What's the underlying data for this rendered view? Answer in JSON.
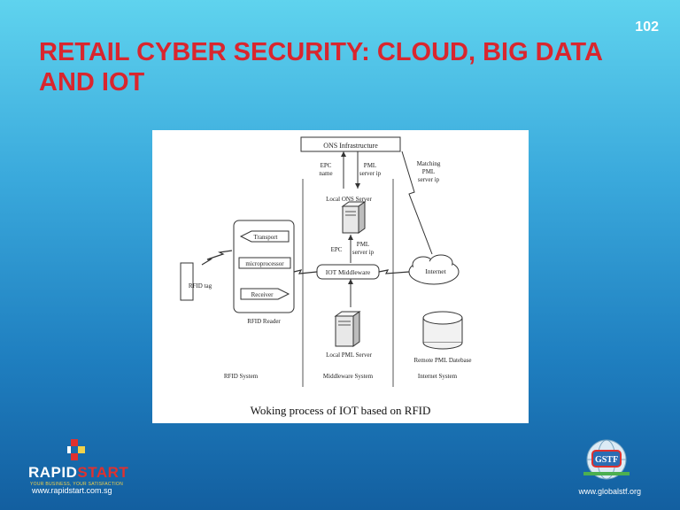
{
  "slide": {
    "number": "102",
    "title": "RETAIL CYBER SECURITY: CLOUD, BIG DATA AND IOT"
  },
  "figure": {
    "caption": "Woking process of IOT based on RFID",
    "boxes": {
      "ons_infra": "ONS Infrastructure",
      "transport": "Transport",
      "microprocessor": "microprocessor",
      "receiver": "Receiver",
      "iot_middleware": "IOT Middleware",
      "internet": "Internet"
    },
    "labels": {
      "epc_name_1": "EPC",
      "epc_name_2": "name",
      "pml_server_ip_1": "PML",
      "pml_server_ip_2": "server ip",
      "matching_1": "Matching",
      "matching_2": "PML",
      "matching_3": "server ip",
      "local_ons_server": "Local ONS Server",
      "epc": "EPC",
      "pml_1": "PML",
      "pml_2": "server ip",
      "rfid_tag": "RFID tag",
      "rfid_reader": "RFID Reader",
      "local_pml_server": "Local PML Server",
      "remote_pml_db": "Remote PML Datebase",
      "rfid_system": "RFID System",
      "middleware_system": "Middleware System",
      "internet_system": "Internet System"
    }
  },
  "footer": {
    "left_brand_a": "RAPID",
    "left_brand_b": "START",
    "left_tagline": "YOUR BUSINESS, YOUR SATISFACTION",
    "left_url": "www.rapidstart.com.sg",
    "right_logo_text": "GSTF",
    "right_url": "www.globalstf.org"
  },
  "colors": {
    "title": "#d9262e",
    "background_top": "#5fd3ee",
    "background_bottom": "#135fa0"
  }
}
